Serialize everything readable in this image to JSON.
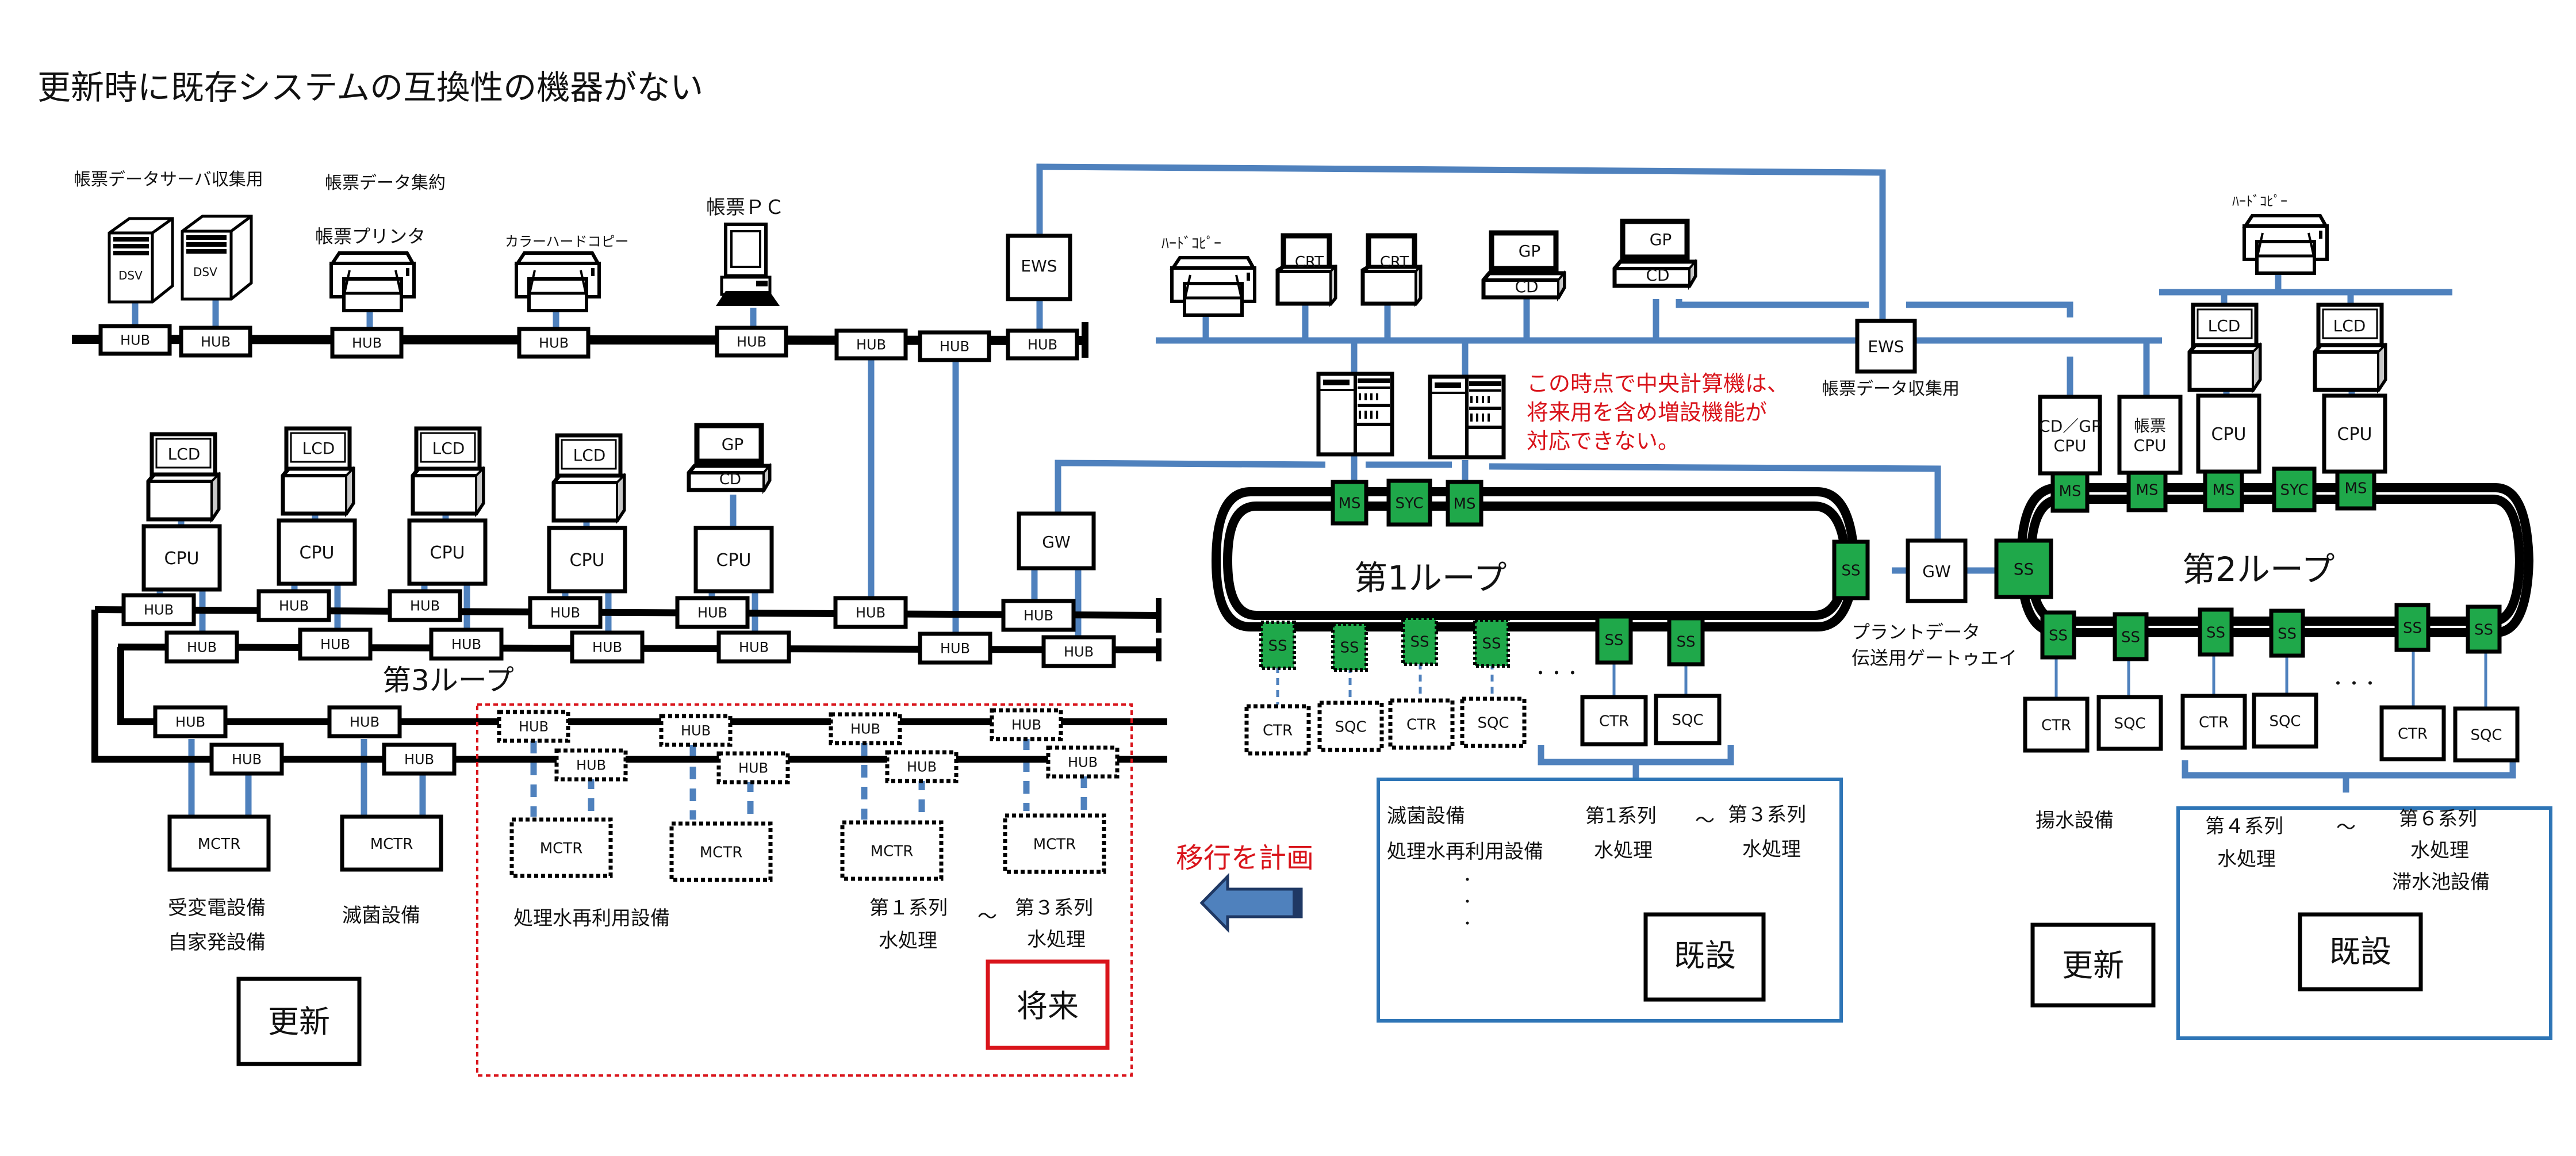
{
  "title": "更新時に既存システムの互換性の機器がない",
  "colors": {
    "network_line": "#4f81bd",
    "station_green": "#1fa84a",
    "annotation_red": "#d9141b",
    "group_box_blue": "#2e75b6"
  },
  "top_network": {
    "labels": {
      "server_group": "帳票データサーバ収集用",
      "data_aggregate": "帳票データ集約",
      "printer": "帳票プリンタ",
      "color_hardcopy": "カラーハードコピー",
      "report_pc": "帳票ＰＣ"
    },
    "servers": [
      "DSV",
      "DSV"
    ],
    "hub_label": "HUB",
    "ews": "EWS"
  },
  "center_network": {
    "hardcopy_label": "ﾊｰﾄﾞｺﾋﾟｰ",
    "crt": [
      "CRT",
      "CRT"
    ],
    "gp_cd": [
      {
        "gp": "GP",
        "cd": "CD"
      },
      {
        "gp": "GP",
        "cd": "CD"
      }
    ],
    "ews": "EWS",
    "ews_caption": "帳票データ収集用",
    "warning": [
      "この時点で中央計算機は、",
      "将来用を含め増設機能が",
      "対応できない。"
    ]
  },
  "loop1": {
    "name": "第1ループ",
    "top_stations": [
      "MS",
      "SYC",
      "MS"
    ],
    "side_station": "SS",
    "bottom_stations_planned": [
      "SS",
      "SS",
      "SS",
      "SS"
    ],
    "bottom_stations_existing": [
      "SS",
      "SS"
    ],
    "planned_terminals": [
      "CTR",
      "SQC",
      "CTR",
      "SQC"
    ],
    "existing_terminals": [
      "CTR",
      "SQC"
    ],
    "ellipsis": "・・・"
  },
  "gateway": {
    "label": "GW",
    "caption": [
      "プラントデータ",
      "伝送用ゲートゥエイ"
    ]
  },
  "loop2": {
    "name": "第2ループ",
    "side_station": "SS",
    "top_stations": [
      "MS",
      "MS",
      "MS",
      "SYC",
      "MS"
    ],
    "cpu_labels": [
      [
        "CD／GP",
        "CPU"
      ],
      [
        "帳票",
        "CPU"
      ],
      [
        "CPU"
      ],
      [
        "CPU"
      ]
    ],
    "lcd": [
      "LCD",
      "LCD"
    ],
    "hardcopy_label": "ﾊｰﾄﾞｺﾋﾟｰ",
    "bottom_stations": [
      "SS",
      "SS",
      "SS",
      "SS",
      "SS",
      "SS"
    ],
    "terminals": [
      "CTR",
      "SQC",
      "CTR",
      "SQC",
      "CTR",
      "SQC"
    ],
    "ellipsis": "・・・"
  },
  "loop3": {
    "name": "第3ループ",
    "lcd": [
      "LCD",
      "LCD",
      "LCD",
      "LCD"
    ],
    "gp_cd": {
      "gp": "GP",
      "cd": "CD"
    },
    "cpu": [
      "CPU",
      "CPU",
      "CPU",
      "CPU",
      "CPU"
    ],
    "hub_label": "HUB",
    "gw": "GW",
    "mctr": [
      "MCTR",
      "MCTR"
    ],
    "planned_mctr": [
      "MCTR",
      "MCTR",
      "MCTR",
      "MCTR"
    ]
  },
  "captions": {
    "substation": "受変電設備",
    "private_power": "自家発設備",
    "sterilization_left": "滅菌設備",
    "reuse_water": "処理水再利用設備",
    "series1_future": "第１系列",
    "series1_future_sub": "水処理",
    "tilde": "～",
    "series3_future": "第３系列",
    "series3_future_sub": "水処理",
    "renewal_left": "更新",
    "future": "将来",
    "migration": "移行を計画"
  },
  "existing_group_1": {
    "lines": [
      "滅菌設備",
      "処理水再利用設備"
    ],
    "series_from": "第1系列",
    "series_from_sub": "水処理",
    "tilde": "～",
    "series_to": "第３系列",
    "series_to_sub": "水処理",
    "vdots": "・",
    "status": "既設"
  },
  "right_group": {
    "pumping": "揚水設備",
    "renewal": "更新",
    "series_from": "第４系列",
    "series_from_sub": "水処理",
    "tilde": "～",
    "series_to": "第６系列",
    "series_to_sub": "水処理",
    "retention": "滞水池設備",
    "status": "既設"
  }
}
